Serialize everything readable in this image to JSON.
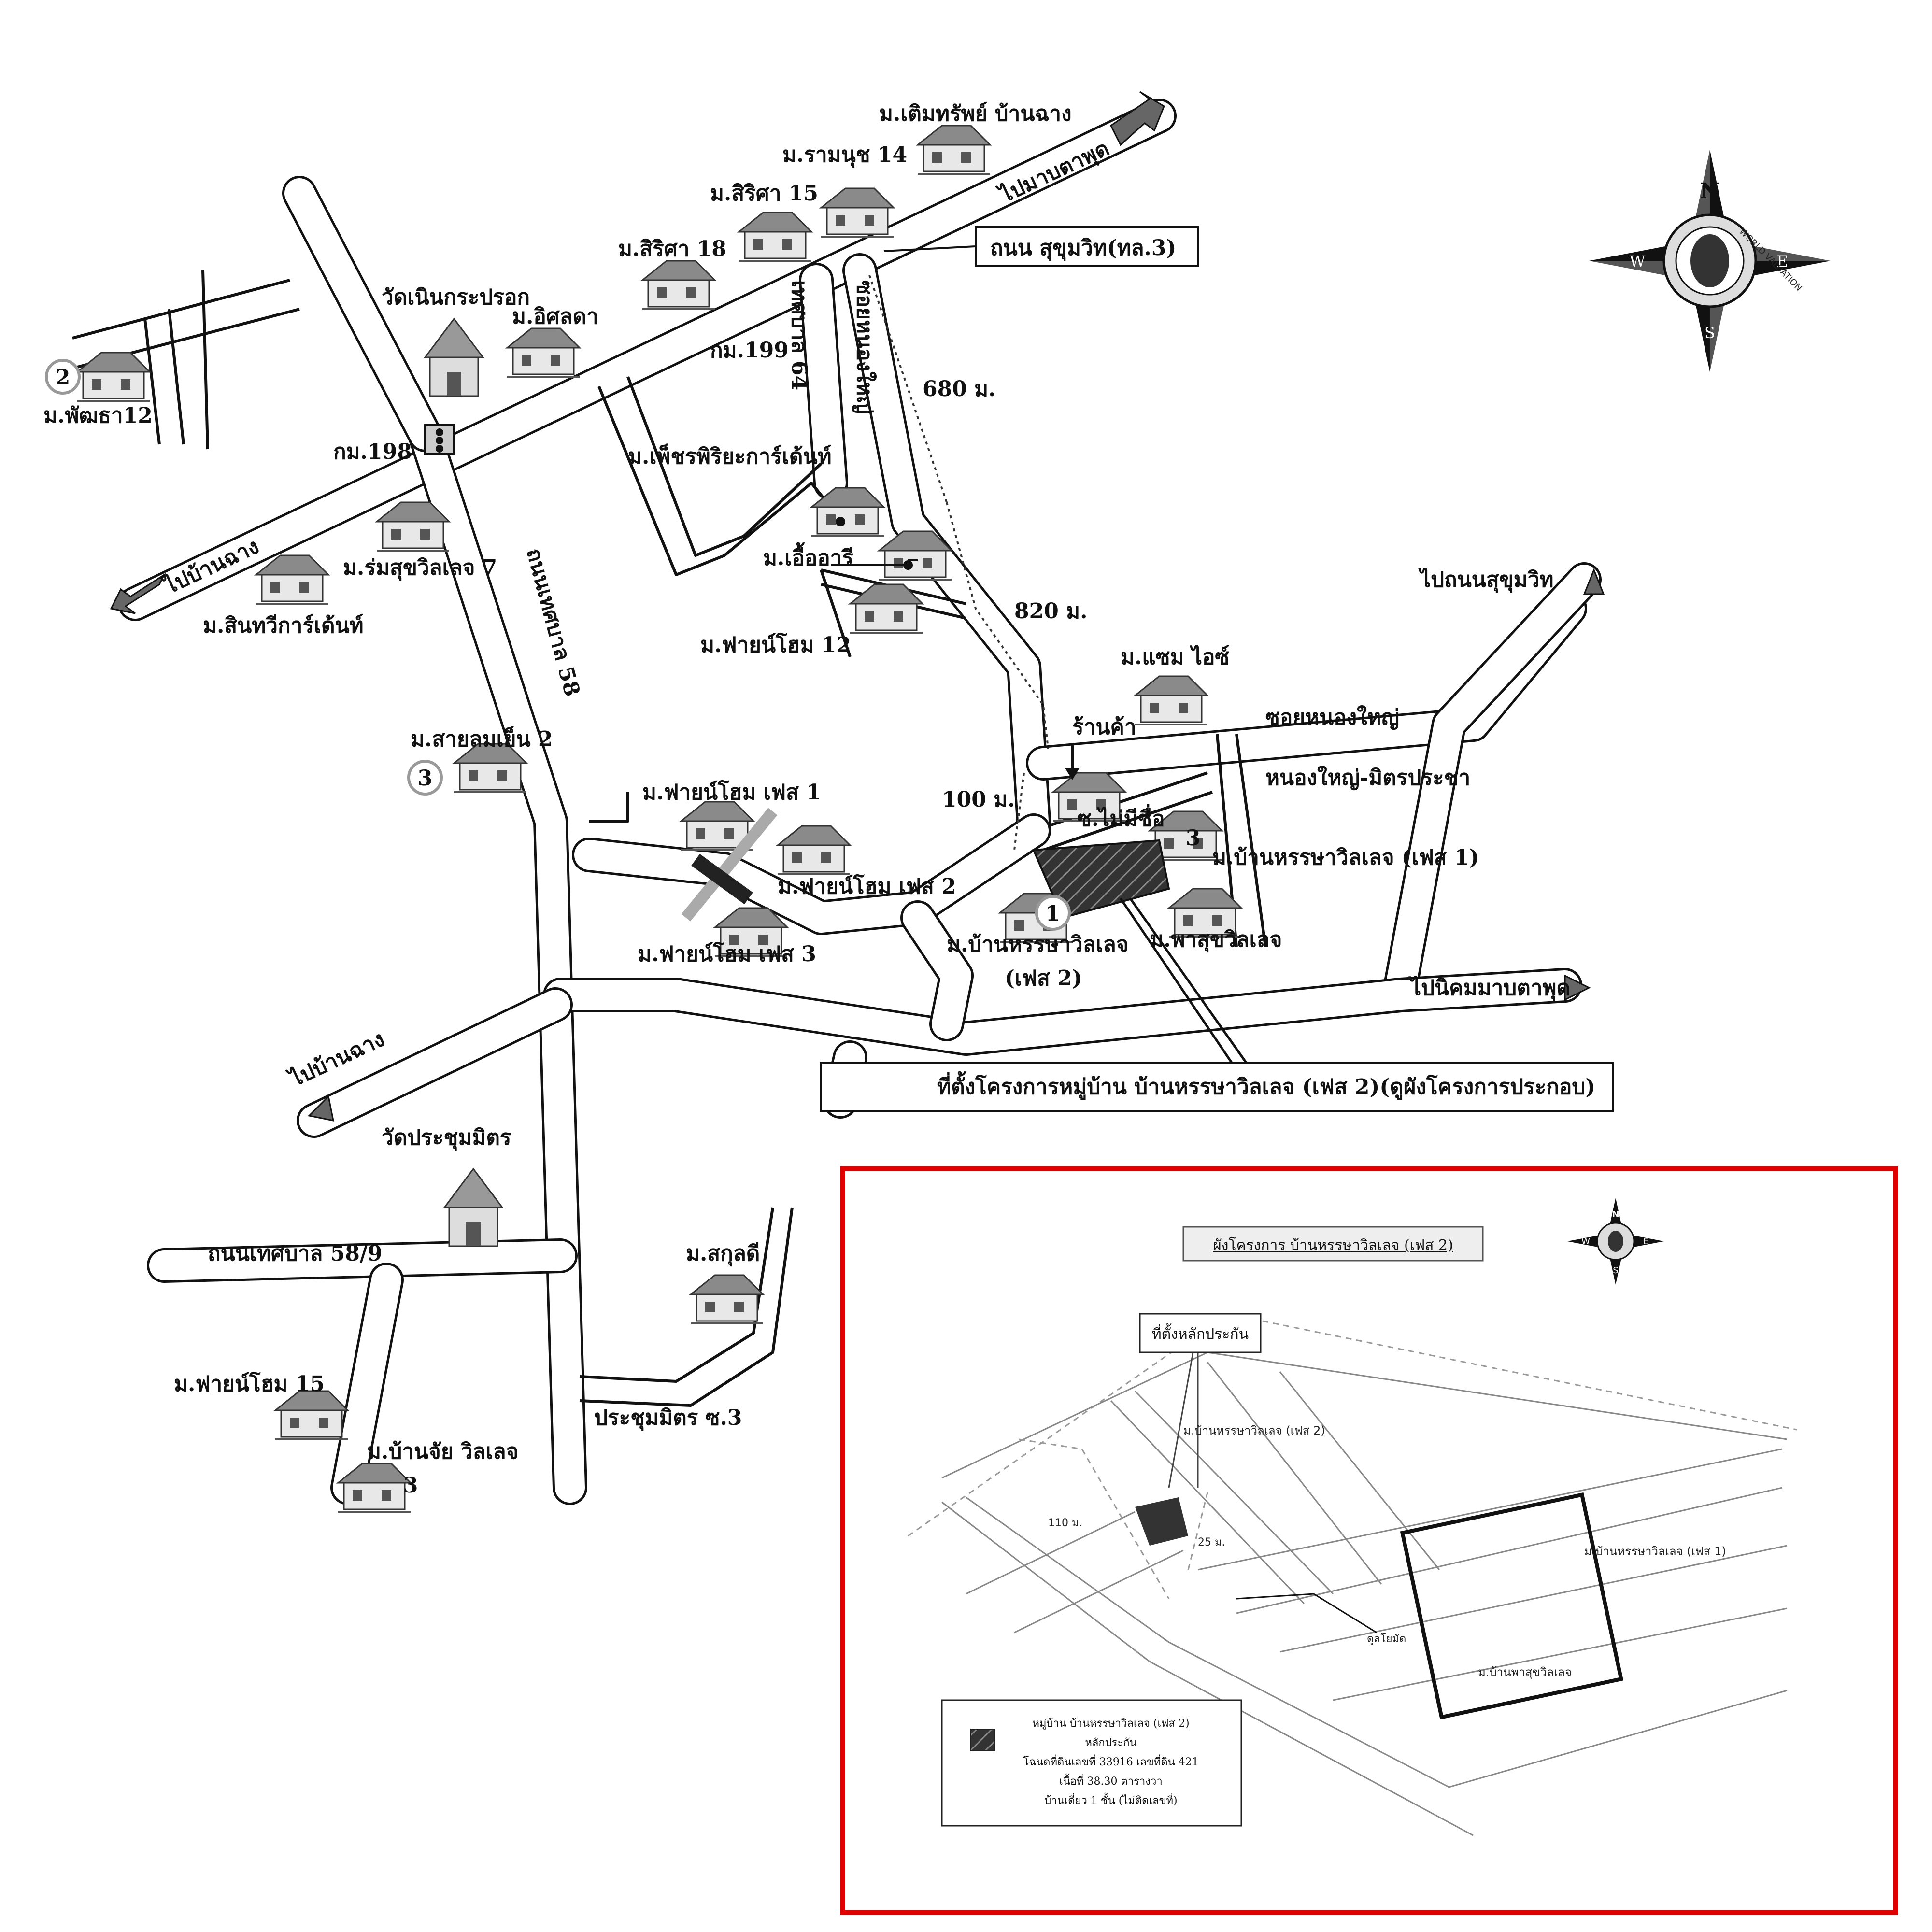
{
  "map": {
    "labels": {
      "dermsap": "ม.เติมทรัพย์ บ้านฉาง",
      "ramnut": "ม.รามนุช 14",
      "sirisa15": "ม.สิริศา 15",
      "sirisa18": "ม.สิริศา 18",
      "to_map_ta_phut": "ไปมาบตาพุด",
      "sukhumvit_road": "ถนน สุขุมวิท(ทล.3)",
      "wat_nern": "วัดเนินกระปรอก",
      "isalda": "ม.อิศลดา",
      "km199": "กม.199",
      "tessaban64": "เทศบาล 64",
      "soi_nong_yai_v": "ซอยหนองใหญ่",
      "d680": "680 ม.",
      "phatta": "ม.พัฒธา12",
      "km198": "กม.198",
      "petch": "ม.เพ็ชรพิริยะการ์เด้นท์",
      "euaree": "ม.เอื้ออารี",
      "to_ban_chang_1": "ไปบ้านฉาง",
      "romsuk": "ม.ร่มสุขวิลเลจ 7",
      "sintawee": "ม.สินทวีการ์เด้นท์",
      "tessaban58": "ถนนเทศบาล 58",
      "d820": "820 ม.",
      "fine12": "ม.ฟายน์โฮม 12",
      "sam": "ม.แซม ไอซ์",
      "to_sukhumvit": "ไปถนนสุขุมวิท",
      "shop": "ร้านค้า",
      "soi_nong_yai_h": "ซอยหนองใหญ่",
      "sailom": "ม.สายลมเย็น 2",
      "nongyai_mit": "หนองใหญ่-มิตรประชา",
      "fine1": "ม.ฟายน์โฮม เฟส 1",
      "d100": "100 ม.",
      "soi_nameless": "ซ.ไม่มีชื่อ",
      "hansa1": "ม.บ้านหรรษาวิลเลจ (เฟส 1)",
      "fine2": "ม.ฟายน์โฮม เฟส 2",
      "fine3": "ม.ฟายน์โฮม เฟส 3",
      "hansa2": "ม.บ้านหรรษาวิลเลจ",
      "phase2": "(เฟส 2)",
      "pasuk": "ม.พาสุขวิลเลจ",
      "to_nikom": "ไปนิคมมาบตาพุด",
      "to_ban_chang_2": "ไปบ้านฉาง",
      "project_location": "ที่ตั้งโครงการหมู่บ้าน บ้านหรรษาวิลเลจ (เฟส 2)(ดูผังโครงการประกอบ)",
      "wat_prachum": "วัดประชุมมิตร",
      "tessaban58_9": "ถนนเทศบาล 58/9",
      "sakul": "ม.สกุลดี",
      "fine15": "ม.ฟายน์โฮม 15",
      "prachum_soi3": "ประชุมมิตร ซ.3",
      "banjai": "ม.บ้านจัย วิลเลจ"
    },
    "markers": {
      "m1": "1",
      "m2": "2",
      "m3a": "3",
      "m3b": "3",
      "m3c": "3"
    },
    "compass": {
      "n": "N",
      "s": "S",
      "e": "E",
      "w": "W",
      "ring": "WORLD VALUATION"
    }
  },
  "inset": {
    "title": "ผังโครงการ บ้านหรรษาวิลเลจ (เฟส 2)",
    "collateral_label": "ที่ตั้งหลักประกัน",
    "hansa2_label": "ม.บ้านหรรษาวิลเลจ (เฟส 2)",
    "hansa1_label": "ม.บ้านหรรษาวิลเลจ (เฟส 1)",
    "pasuk_label": "ม.บ้านพาสุขวิลเลจ",
    "d110": "110 ม.",
    "d25": "25 ม.",
    "lot": "ดูลโยมัด",
    "legend": {
      "line1": "หมู่บ้าน บ้านหรรษาวิลเลจ (เฟส 2)",
      "line2": "หลักประกัน",
      "line3": "โฉนดที่ดินเลขที่ 33916 เลขที่ดิน 421",
      "line4": "เนื้อที่ 38.30 ตารางวา",
      "line5": "บ้านเดี่ยว 1 ชั้น (ไม่ติดเลขที่)"
    },
    "compass": {
      "n": "N",
      "s": "S",
      "e": "E",
      "w": "W"
    },
    "frame_color": "#e00000"
  }
}
